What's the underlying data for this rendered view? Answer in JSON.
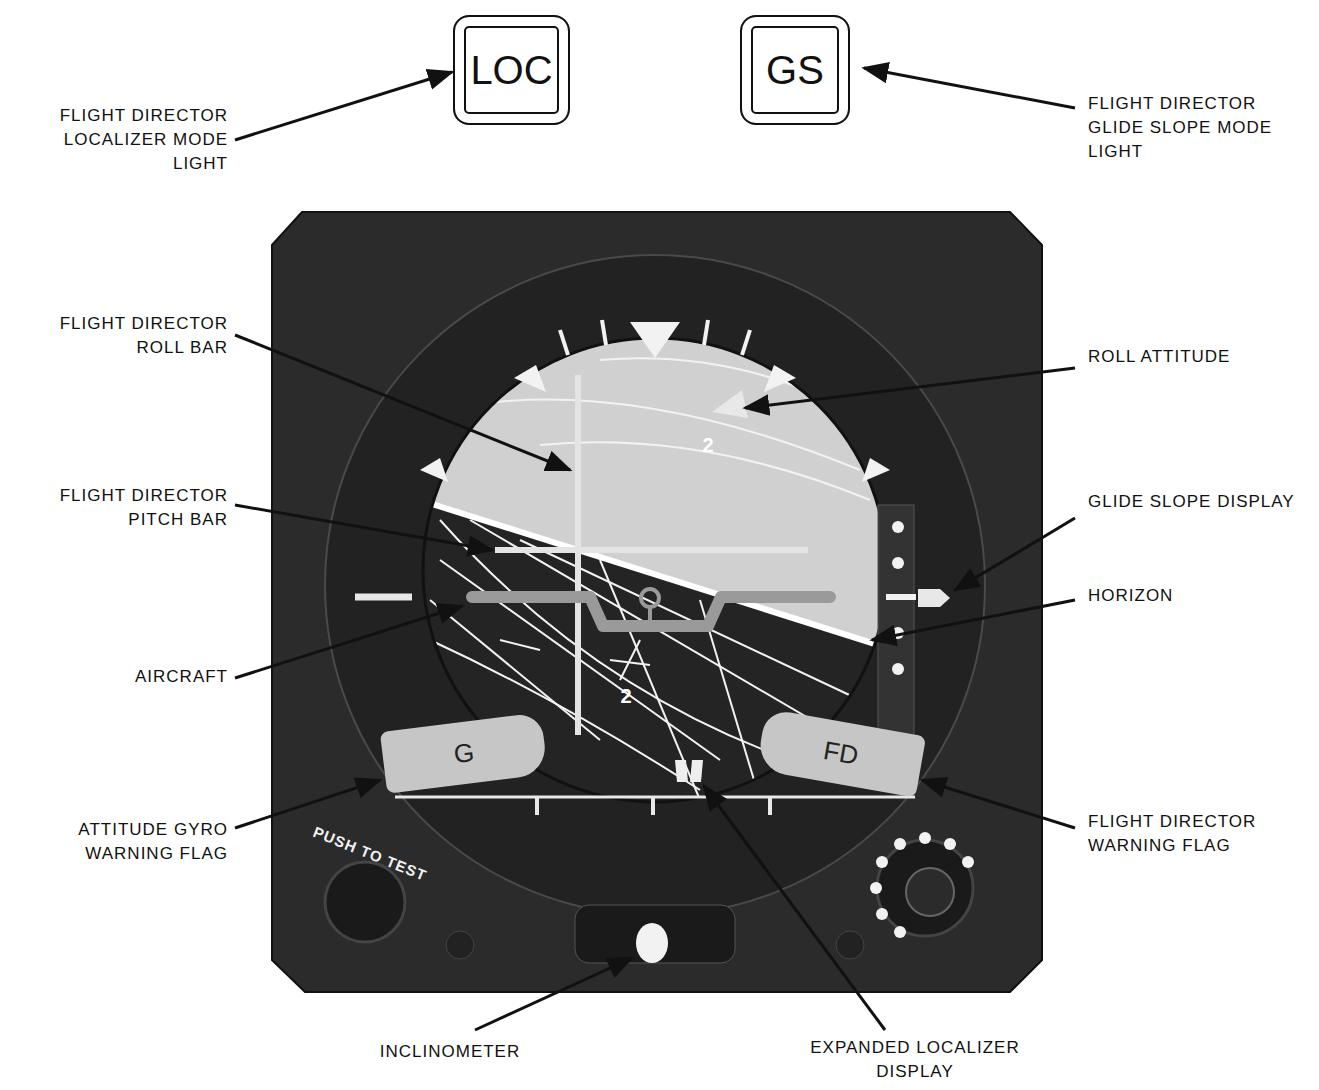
{
  "diagram": {
    "nodes": [
      {
        "text": [
          "LOC"
        ]
      },
      {
        "text": [
          "GS"
        ]
      },
      {
        "text": [
          "G"
        ]
      },
      {
        "text": [
          "FD"
        ]
      }
    ],
    "labels": [
      "FLIGHT DIRECTOR LOCALIZER MODE LIGHT",
      "FLIGHT DIRECTOR GLIDE SLOPE MODE LIGHT",
      "FLIGHT DIRECTOR ROLL BAR",
      "ROLL ATTITUDE",
      "FLIGHT DIRECTOR PITCH BAR",
      "GLIDE SLOPE DISPLAY",
      "HORIZON",
      "AIRCRAFT",
      "2",
      "2",
      "ATTITUDE GYRO WARNING FLAG",
      "FLIGHT DIRECTOR WARNING FLAG",
      "PUSH TO TEST",
      "INCLINOMETER",
      "EXPANDED LOCALIZER DISPLAY"
    ]
  }
}
